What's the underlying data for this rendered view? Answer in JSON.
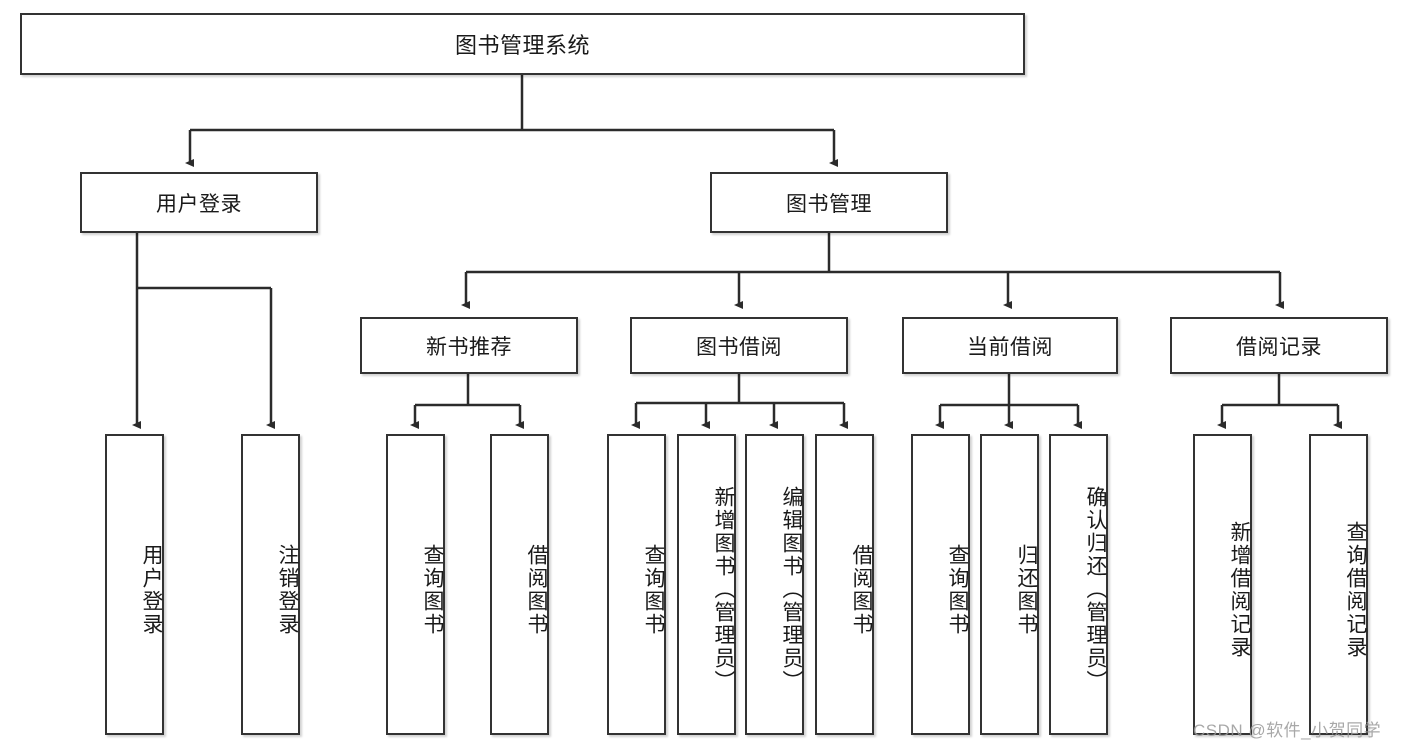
{
  "diagram": {
    "title": "图书管理系统",
    "type": "tree-hierarchy",
    "root": {
      "label": "图书管理系统"
    },
    "level2": [
      {
        "label": "用户登录"
      },
      {
        "label": "图书管理"
      }
    ],
    "level3": [
      {
        "label": "新书推荐"
      },
      {
        "label": "图书借阅"
      },
      {
        "label": "当前借阅"
      },
      {
        "label": "借阅记录"
      }
    ],
    "leaves": {
      "user_login": [
        {
          "label": "用户登录"
        },
        {
          "label": "注销登录"
        }
      ],
      "new_book_recommend": [
        {
          "label": "查询图书"
        },
        {
          "label": "借阅图书"
        }
      ],
      "book_borrow": [
        {
          "label": "查询图书"
        },
        {
          "label": "新增图书（管理员）"
        },
        {
          "label": "编辑图书（管理员）"
        },
        {
          "label": "借阅图书"
        }
      ],
      "current_borrow": [
        {
          "label": "查询图书"
        },
        {
          "label": "归还图书"
        },
        {
          "label": "确认归还（管理员）"
        }
      ],
      "borrow_record": [
        {
          "label": "新增借阅记录"
        },
        {
          "label": "查询借阅记录"
        }
      ]
    }
  },
  "watermark": {
    "text": "CSDN @软件_小贺同学"
  },
  "colors": {
    "box_border": "#333333",
    "box_fill": "#ffffff",
    "line": "#2b2b2b",
    "text": "#1a1a1a",
    "watermark": "#9a9a9a"
  }
}
